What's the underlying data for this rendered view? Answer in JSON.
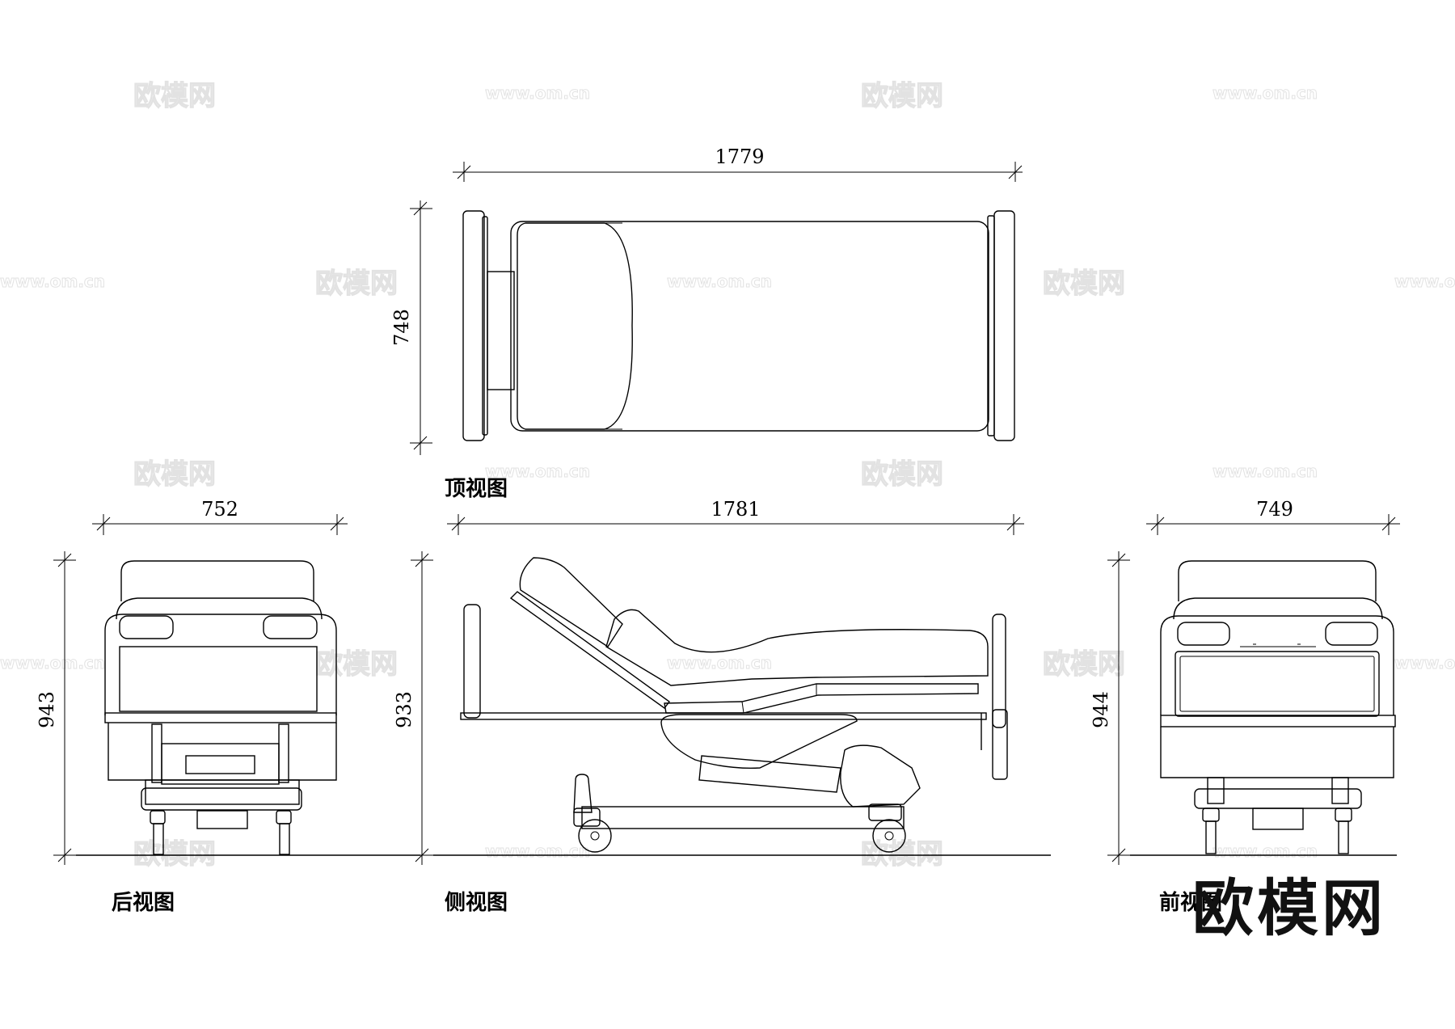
{
  "dimensions": {
    "top_length": "1779",
    "top_width": "748",
    "back_width": "752",
    "back_height": "943",
    "side_length": "1781",
    "side_height": "933",
    "front_width": "749",
    "front_height": "944"
  },
  "views": {
    "top": "顶视图",
    "back": "后视图",
    "side": "侧视图",
    "front": "前视图"
  },
  "watermark": {
    "brand": "欧模网",
    "url": "www.om.cn"
  },
  "logo": "欧模网"
}
